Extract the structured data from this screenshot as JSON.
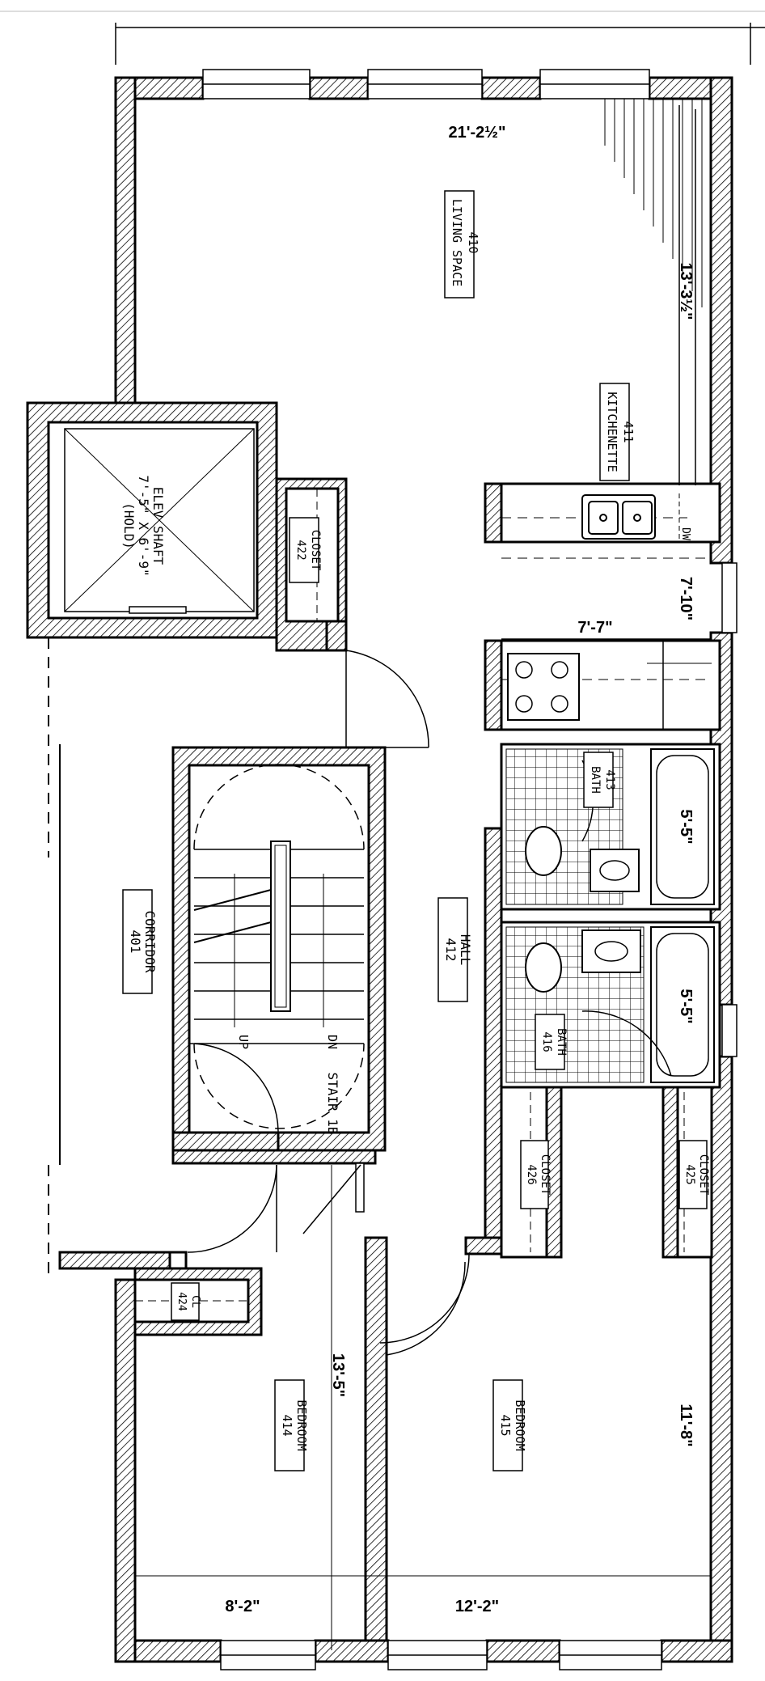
{
  "rooms": [
    {
      "id": "living",
      "name": "LIVING SPACE",
      "num": "410"
    },
    {
      "id": "kitchenette",
      "name": "KITCHENETTE",
      "num": "411"
    },
    {
      "id": "elev",
      "name": "ELEV SHAFT",
      "num": "",
      "size": "7'-5\" X 6'-9\"",
      "note": "(HOLD)"
    },
    {
      "id": "closet422",
      "name": "CLOSET",
      "num": "422"
    },
    {
      "id": "bath413",
      "name": "BATH",
      "num": "413"
    },
    {
      "id": "corridor",
      "name": "CORRIDOR",
      "num": "401"
    },
    {
      "id": "hall",
      "name": "HALL",
      "num": "412"
    },
    {
      "id": "bath416",
      "name": "BATH",
      "num": "416"
    },
    {
      "id": "stair",
      "name": "STAIR 1B",
      "num": ""
    },
    {
      "id": "closet426",
      "name": "CLOSET",
      "num": "426"
    },
    {
      "id": "closet425",
      "name": "CLOSET",
      "num": "425"
    },
    {
      "id": "cl424",
      "name": "CL",
      "num": "424"
    },
    {
      "id": "bed414",
      "name": "BEDROOM",
      "num": "414"
    },
    {
      "id": "bed415",
      "name": "BEDROOM",
      "num": "415"
    }
  ],
  "stair_labels": {
    "up": "UP",
    "dn": "DN"
  },
  "appliance_labels": {
    "dw": "DW"
  },
  "dimensions": {
    "living_width": "21'-2½\"",
    "living_depth": "13'-3½\"",
    "kitchen_width": "7'-10\"",
    "kitchen_depth": "7'-7\"",
    "bath413_len": "5'-5\"",
    "bath416_len": "5'-5\"",
    "bed414_len": "13'-5\"",
    "bed415_len": "11'-8\"",
    "bed414_width": "8'-2\"",
    "bed415_width": "12'-2\""
  }
}
